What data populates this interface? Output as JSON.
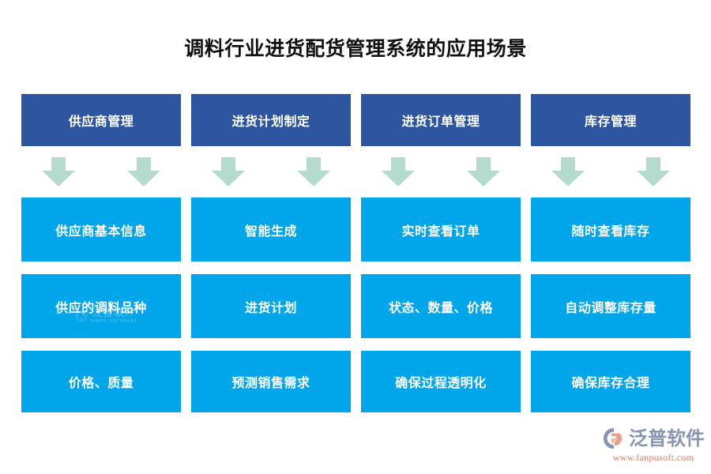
{
  "page": {
    "title": "调料行业进货配货管理系统的应用场景",
    "background_color": "#ffffff"
  },
  "colors": {
    "header_blue": "#2d55a0",
    "body_blue": "#00a6e9",
    "arrow_green": "#b4dbcd",
    "title_text": "#111111",
    "brand_name": "#8794b4",
    "brand_url": "#e0785f"
  },
  "columns": [
    {
      "header": "供应商管理",
      "arrow_icon": "down-arrow-icon",
      "items": [
        "供应商基本信息",
        "供应的调料品种",
        "价格、质量"
      ]
    },
    {
      "header": "进货计划制定",
      "arrow_icon": "down-arrow-icon",
      "items": [
        "智能生成",
        "进货计划",
        "预测销售需求"
      ]
    },
    {
      "header": "进货订单管理",
      "arrow_icon": "down-arrow-icon",
      "items": [
        "实时查看订单",
        "状态、数量、价格",
        "确保过程透明化"
      ]
    },
    {
      "header": "库存管理",
      "arrow_icon": "down-arrow-icon",
      "items": [
        "随时查看库存",
        "自动调整库存量",
        "确保库存合理"
      ]
    }
  ],
  "watermark": {
    "name_cn": "泛普软件",
    "name_en": "FANPU SOFTWARE",
    "mark_icon": "fanpu-logo-icon"
  },
  "brand": {
    "mark_icon": "fanpu-logo-icon",
    "name": "泛普软件",
    "url": "www.fanpusoft.com"
  }
}
